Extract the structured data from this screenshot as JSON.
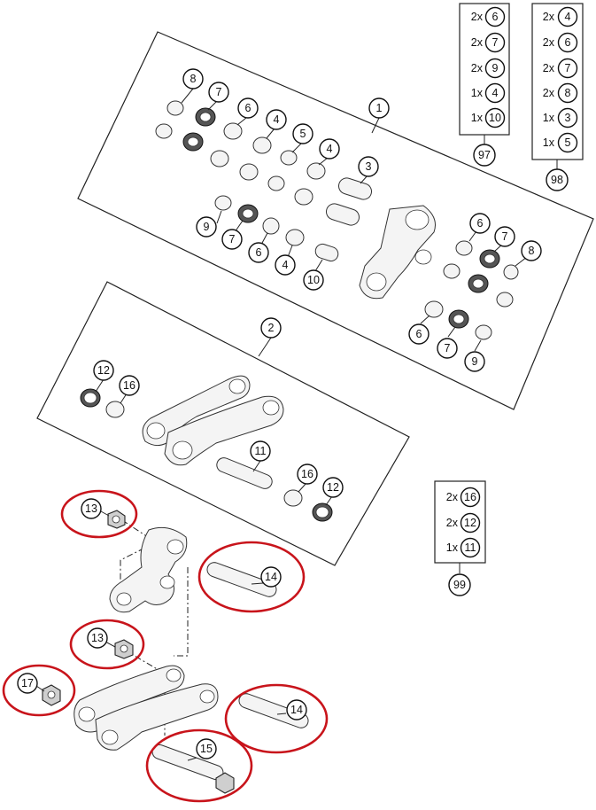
{
  "panel1": {
    "label": "1",
    "callouts": [
      "8",
      "7",
      "6",
      "4",
      "5",
      "4",
      "3",
      "9",
      "7",
      "6",
      "4",
      "10",
      "6",
      "7",
      "8",
      "6",
      "7",
      "9"
    ]
  },
  "panel2": {
    "label": "2",
    "callouts": [
      "12",
      "16",
      "11",
      "16",
      "12"
    ]
  },
  "assembly": {
    "callouts": [
      "13",
      "14",
      "13",
      "17",
      "14",
      "15"
    ],
    "highlight_color": "#c8141b"
  },
  "kits": [
    {
      "number": "97",
      "items": [
        {
          "qty": "2x",
          "part": "6"
        },
        {
          "qty": "2x",
          "part": "7"
        },
        {
          "qty": "2x",
          "part": "9"
        },
        {
          "qty": "1x",
          "part": "4"
        },
        {
          "qty": "1x",
          "part": "10"
        }
      ]
    },
    {
      "number": "98",
      "items": [
        {
          "qty": "2x",
          "part": "4"
        },
        {
          "qty": "2x",
          "part": "6"
        },
        {
          "qty": "2x",
          "part": "7"
        },
        {
          "qty": "2x",
          "part": "8"
        },
        {
          "qty": "1x",
          "part": "3"
        },
        {
          "qty": "1x",
          "part": "5"
        }
      ]
    },
    {
      "number": "99",
      "items": [
        {
          "qty": "2x",
          "part": "16"
        },
        {
          "qty": "2x",
          "part": "12"
        },
        {
          "qty": "1x",
          "part": "11"
        }
      ]
    }
  ]
}
